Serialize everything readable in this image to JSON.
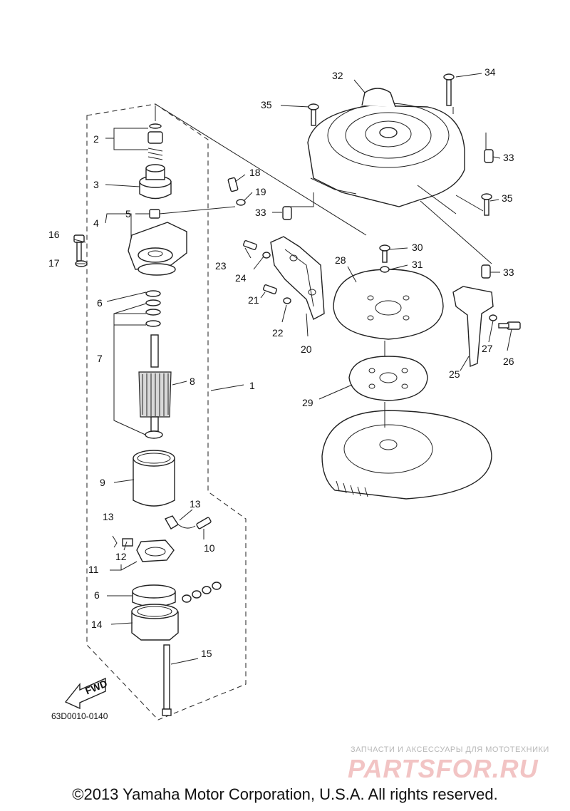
{
  "callouts": {
    "c1": "1",
    "c2": "2",
    "c3": "3",
    "c4": "4",
    "c5": "5",
    "c6a": "6",
    "c6b": "6",
    "c7": "7",
    "c8": "8",
    "c9": "9",
    "c10": "10",
    "c11": "11",
    "c12": "12",
    "c13a": "13",
    "c13b": "13",
    "c14": "14",
    "c15": "15",
    "c16": "16",
    "c17": "17",
    "c18": "18",
    "c19": "19",
    "c20": "20",
    "c21": "21",
    "c22": "22",
    "c23": "23",
    "c24": "24",
    "c25": "25",
    "c26": "26",
    "c27": "27",
    "c28": "28",
    "c29": "29",
    "c30": "30",
    "c31": "31",
    "c32": "32",
    "c33a": "33",
    "c33b": "33",
    "c33c": "33",
    "c34": "34",
    "c35a": "35",
    "c35b": "35"
  },
  "fwd_label": "FWD",
  "drawing_code": "63D0010-0140",
  "watermark": {
    "tagline": "ЗАПЧАСТИ И АКСЕССУАРЫ ДЛЯ МОТОТЕХНИКИ",
    "logo": "PARTSFOR.RU"
  },
  "copyright": "©2013 Yamaha Motor Corporation, U.S.A. All rights reserved."
}
